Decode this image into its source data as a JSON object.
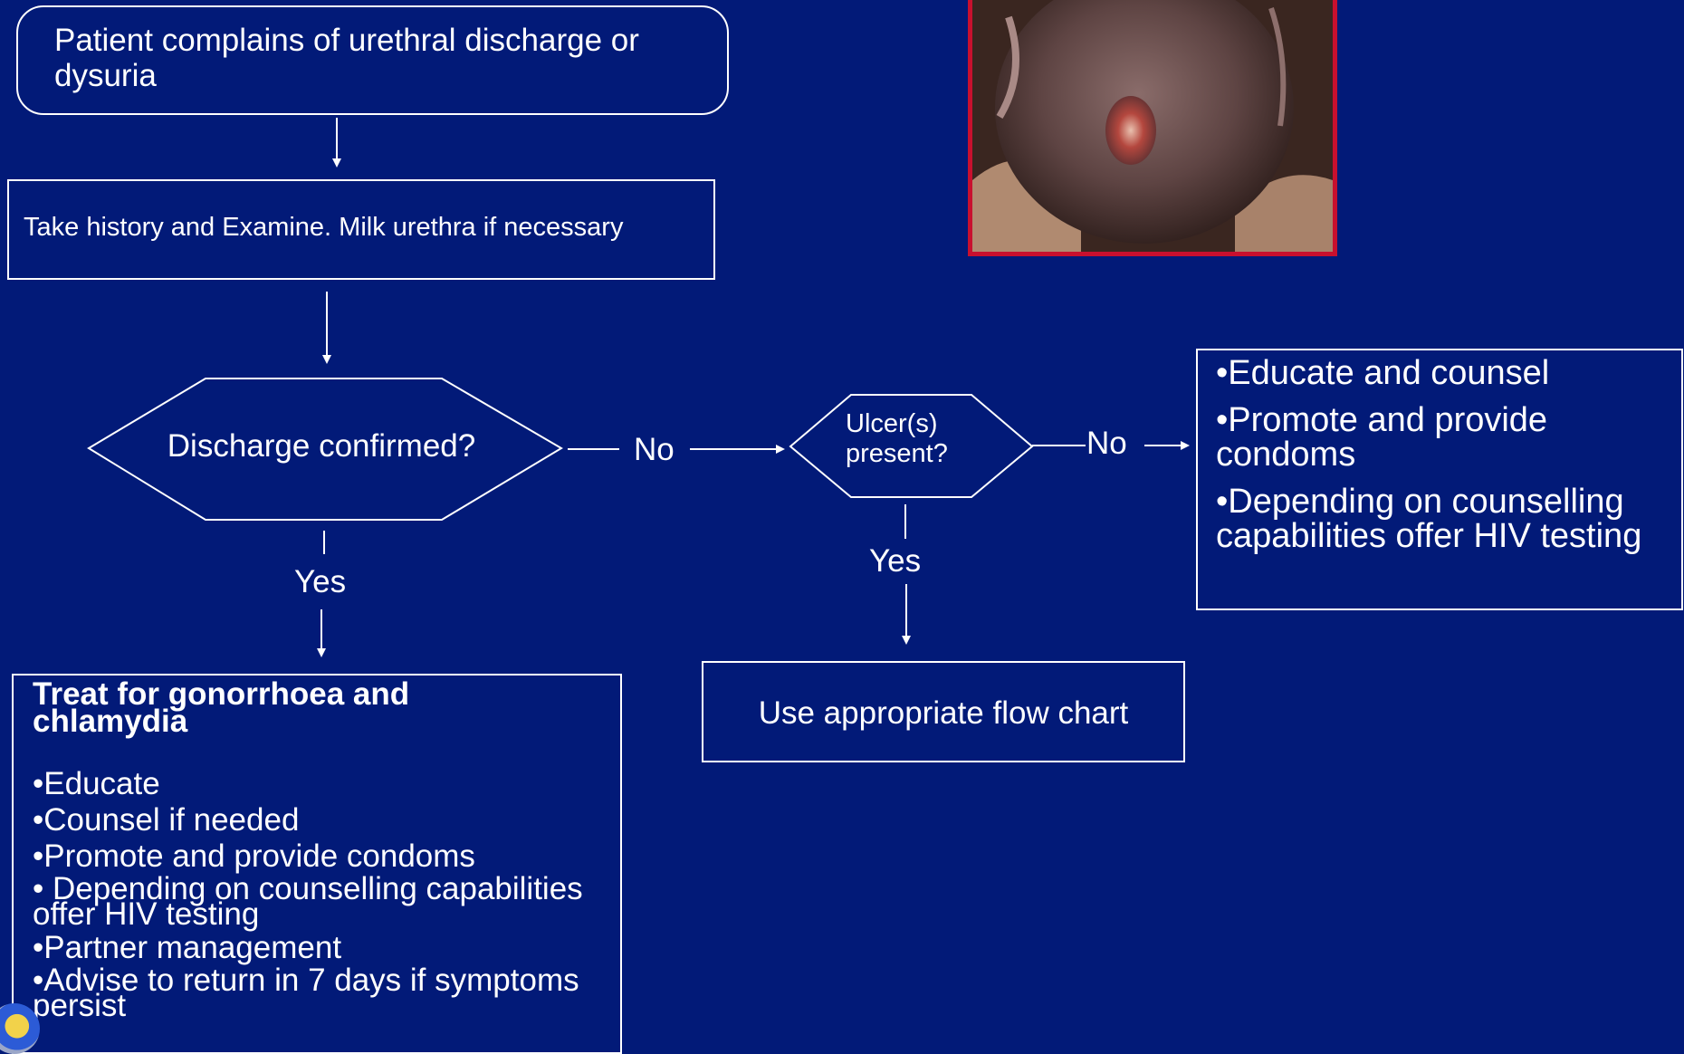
{
  "boxes": {
    "patient": "Patient complains of urethral discharge or dysuria",
    "history": "Take history and Examine. Milk urethra if necessary",
    "discharge_q": "Discharge confirmed?",
    "ulcer_q_line1": "Ulcer(s)",
    "ulcer_q_line2": "present?",
    "flow_chart": "Use appropriate flow chart"
  },
  "labels": {
    "no1": "No",
    "no2": "No",
    "yes1": "Yes",
    "yes2": "Yes"
  },
  "right_box": {
    "items": [
      "•Educate and counsel",
      "•Promote and provide condoms",
      "•Depending on counselling capabilities offer HIV testing"
    ]
  },
  "treat_box": {
    "title": "Treat for gonorrhoea and chlamydia",
    "items": [
      "•Educate",
      "•Counsel if needed",
      "•Promote and provide condoms",
      "• Depending on counselling capabilities offer HIV testing",
      "•Partner management",
      "•Advise to return in 7 days if symptoms persist"
    ]
  },
  "colors": {
    "background": "#021a78",
    "photo_border": "#c8102e"
  },
  "icons": {
    "logo": "emblem-logo"
  }
}
